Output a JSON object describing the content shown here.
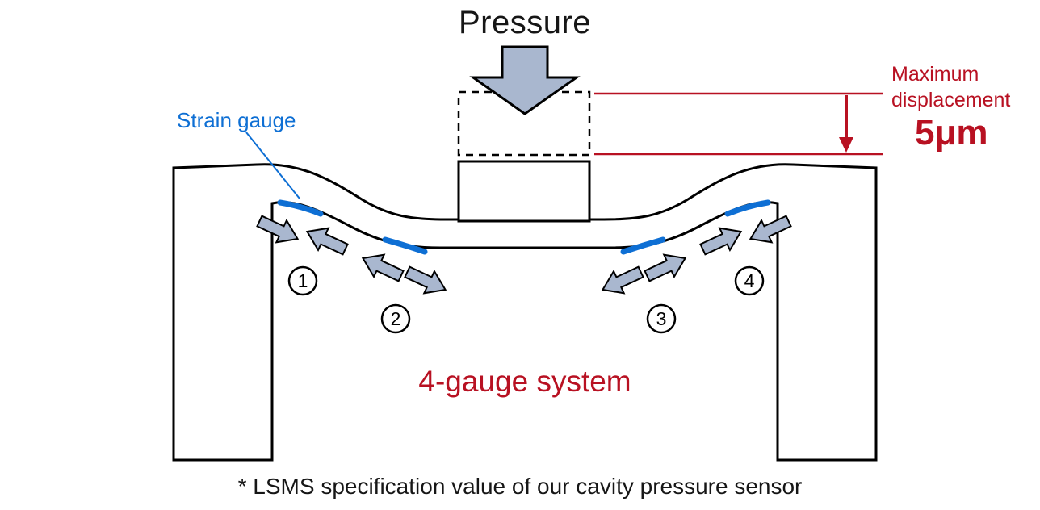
{
  "title": "Pressure",
  "annotations": {
    "strain_gauge_label": "Strain gauge",
    "max_displacement_line1": "Maximum",
    "max_displacement_line2": "displacement",
    "max_displacement_value": "5μm",
    "system_label": "4-gauge system",
    "footnote": "* LSMS specification value of our cavity pressure sensor"
  },
  "gauges": [
    {
      "number": "1"
    },
    {
      "number": "2"
    },
    {
      "number": "3"
    },
    {
      "number": "4"
    }
  ],
  "colors": {
    "accent_red": "#b81122",
    "gauge_blue": "#0e6fd4",
    "arrow_fill": "#a9b7cf",
    "outline": "#000000"
  }
}
